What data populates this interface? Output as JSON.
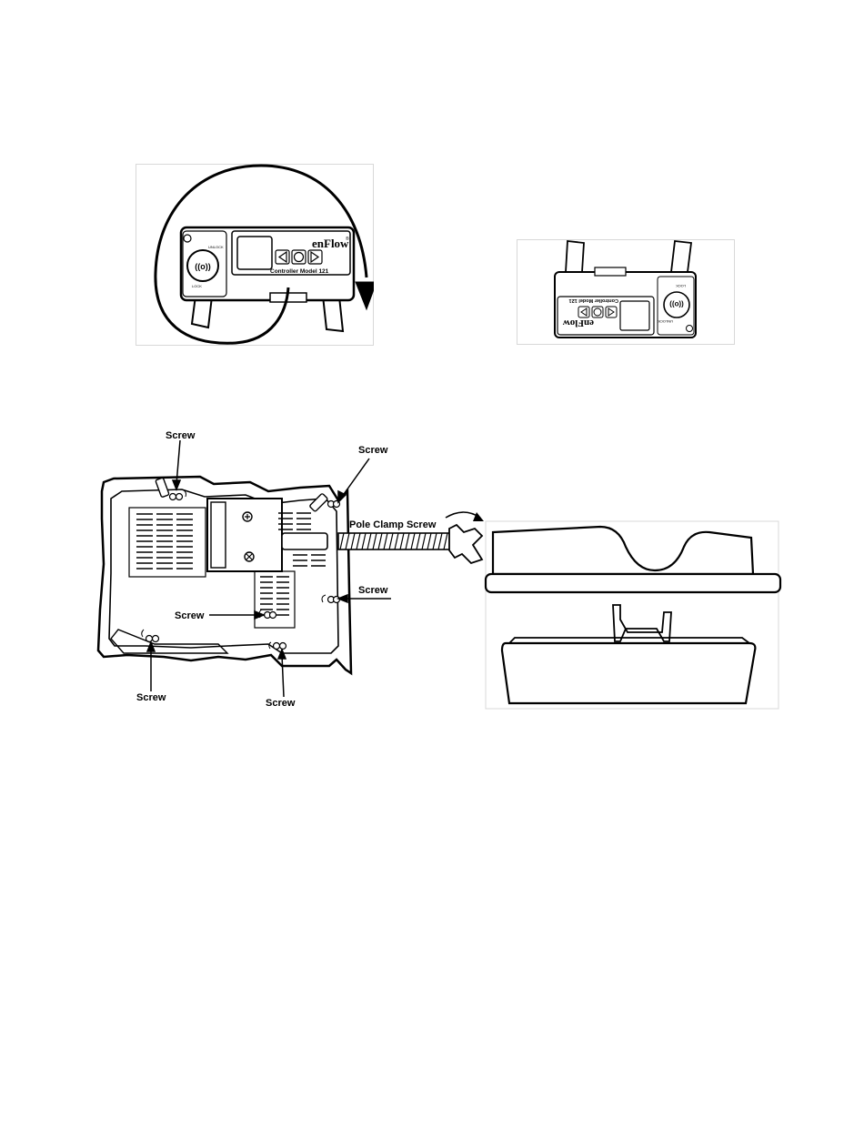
{
  "controller": {
    "brand": "enFlow",
    "trademark": "®",
    "model": "Controller Model 121",
    "lock": "LOCK",
    "unlock": "UNLOCK"
  },
  "labels": {
    "screw": "Screw",
    "pole_clamp_screw": "Pole Clamp Screw"
  },
  "colors": {
    "line": "#000000",
    "background": "#ffffff",
    "figure_border": "#d0d0d0"
  }
}
